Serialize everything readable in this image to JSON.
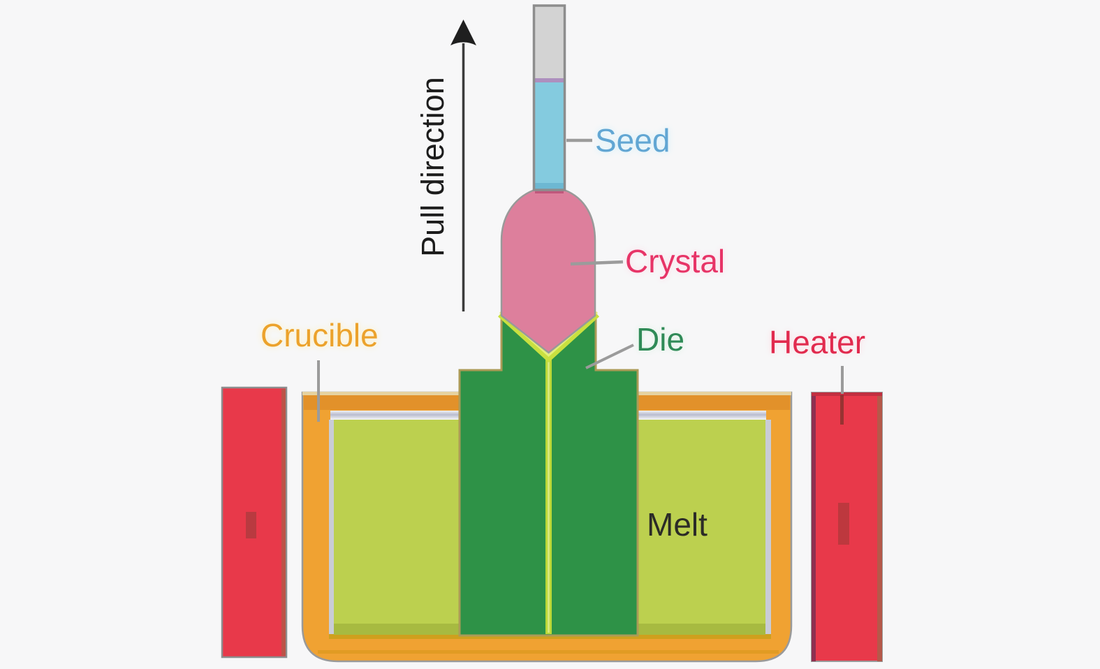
{
  "diagram": {
    "labels": {
      "pull_direction": "Pull direction",
      "seed": "Seed",
      "crystal": "Crystal",
      "die": "Die",
      "crucible": "Crucible",
      "heater": "Heater",
      "melt": "Melt"
    },
    "colors": {
      "background": "#f7f7f8",
      "rod_gray": "#d3d3d3",
      "seed_blue": "#84cbdf",
      "crystal_pink": "#dd7f9c",
      "die_green": "#2e9247",
      "melt_green": "#bcd04f",
      "melt_film_yellow_green": "#c9e040",
      "crucible_orange": "#f0a232",
      "heater_red": "#e8394a",
      "liner_silver": "#c9ccd6",
      "arrow_black": "#1f1f1f",
      "leader_gray": "#9b9b9b",
      "label_seed": "#62a6d3",
      "label_crystal": "#e73467",
      "label_die": "#2f8a57",
      "label_crucible": "#eca22c",
      "label_heater": "#e12a4e",
      "label_melt": "#2b2b27",
      "label_pull_direction": "#1c1c1c"
    }
  }
}
